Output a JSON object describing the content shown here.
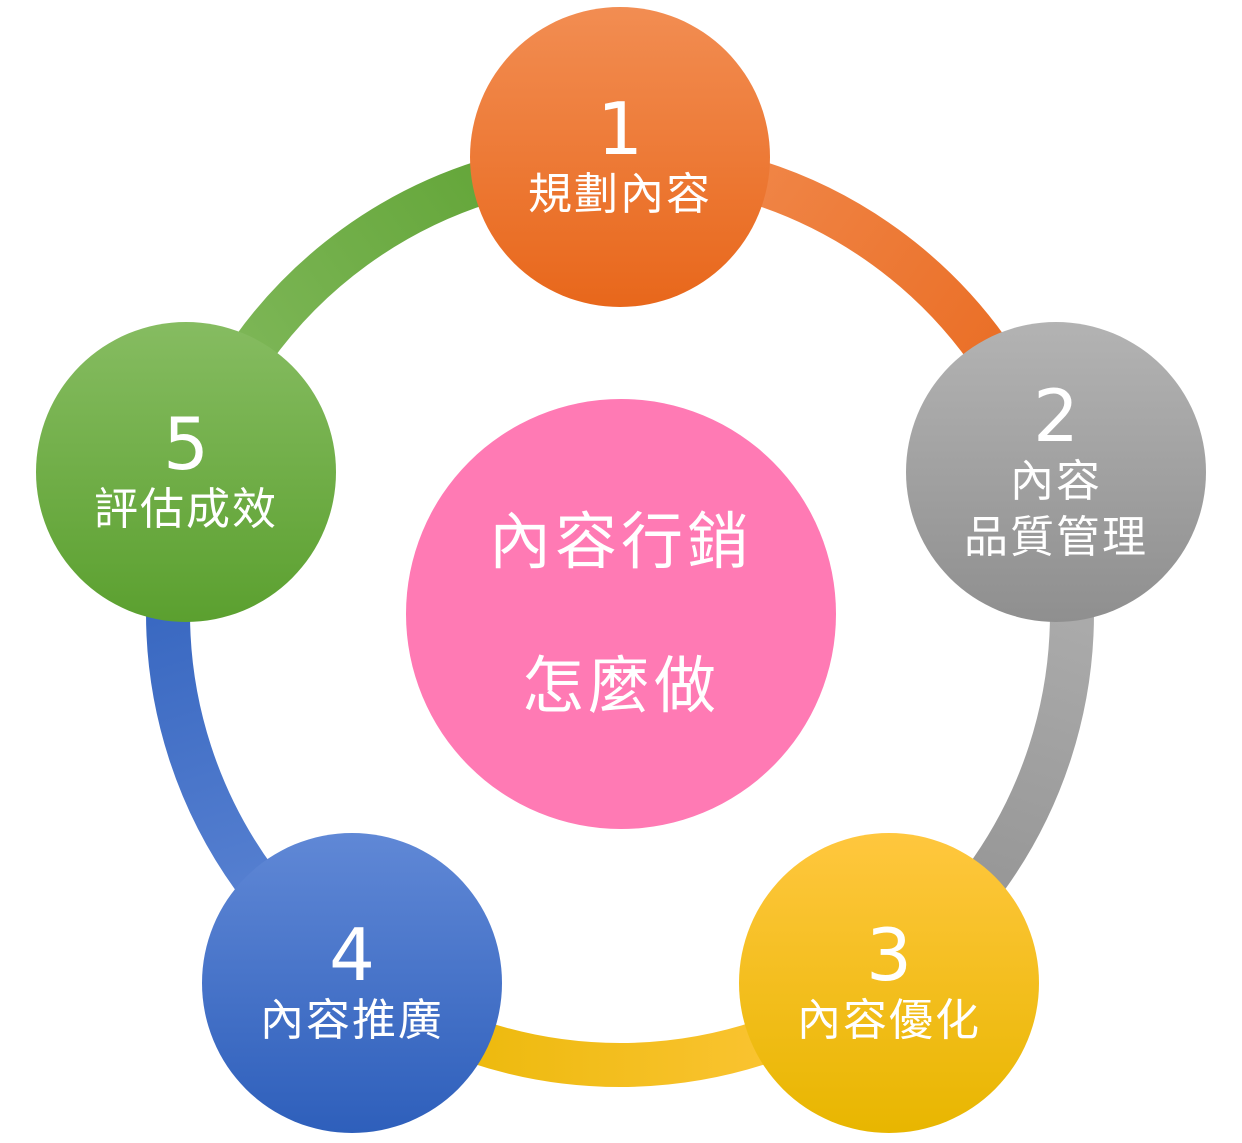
{
  "center": {
    "line1": "內容行銷",
    "line2": "怎麼做",
    "color": "#ff7ab4"
  },
  "steps": [
    {
      "number": "1",
      "label": "規劃內容",
      "colors": [
        "#f28d52",
        "#e8671b"
      ]
    },
    {
      "number": "2",
      "label": "內容",
      "label2": "品質管理",
      "colors": [
        "#b3b3b3",
        "#8f8f8f"
      ]
    },
    {
      "number": "3",
      "label": "內容優化",
      "colors": [
        "#ffc73e",
        "#e8b600"
      ]
    },
    {
      "number": "4",
      "label": "內容推廣",
      "colors": [
        "#6088d6",
        "#2e5fbb"
      ]
    },
    {
      "number": "5",
      "label": "評估成效",
      "colors": [
        "#86bc61",
        "#5ba02f"
      ]
    }
  ]
}
